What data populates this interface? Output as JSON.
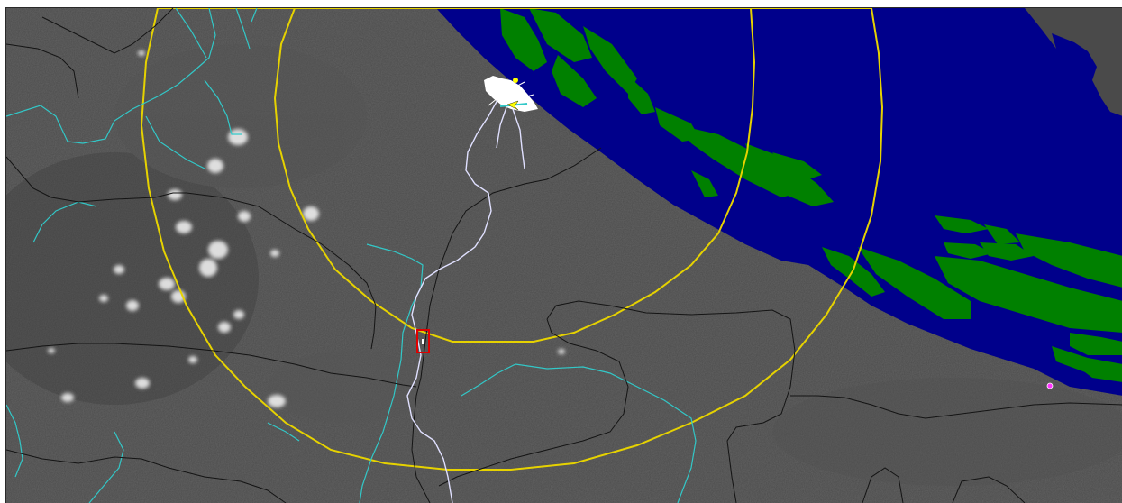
{
  "map": {
    "colors": {
      "land": "#4a4a4a",
      "water": "#00008b",
      "vegetation_islands": "#008000",
      "range_rings": "#e6d200",
      "streams": "#32c8c8",
      "boundaries": "#141414",
      "flight_track": "#e0e0ff",
      "target_marker": "#e00000",
      "airport_marker": "#ffff00",
      "poi_marker": "#ff33ff"
    },
    "icons": [
      "airport-icon",
      "target-marker-icon",
      "poi-marker-icon"
    ],
    "layers": [
      "satellite-imagery",
      "water-bodies",
      "river-islands",
      "range-rings",
      "streams",
      "boundaries",
      "flight-track"
    ]
  }
}
